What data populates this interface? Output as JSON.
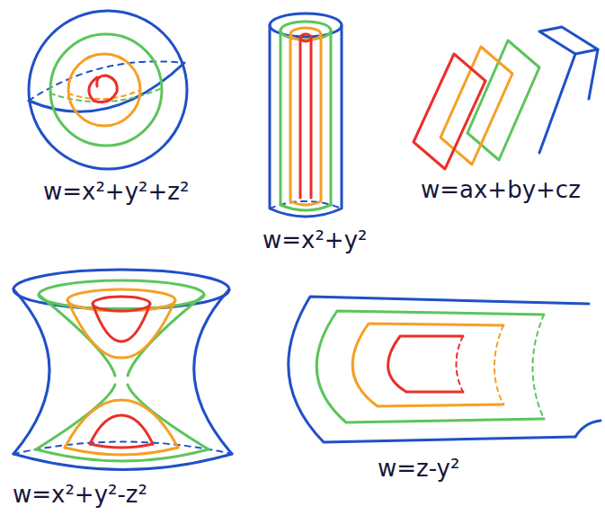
{
  "diagram": {
    "labels": [
      "w=x²+y²+z²",
      "w=x²+y²",
      "w=ax+by+cz",
      "w=x²+y²-z²",
      "w=z-y²"
    ]
  }
}
